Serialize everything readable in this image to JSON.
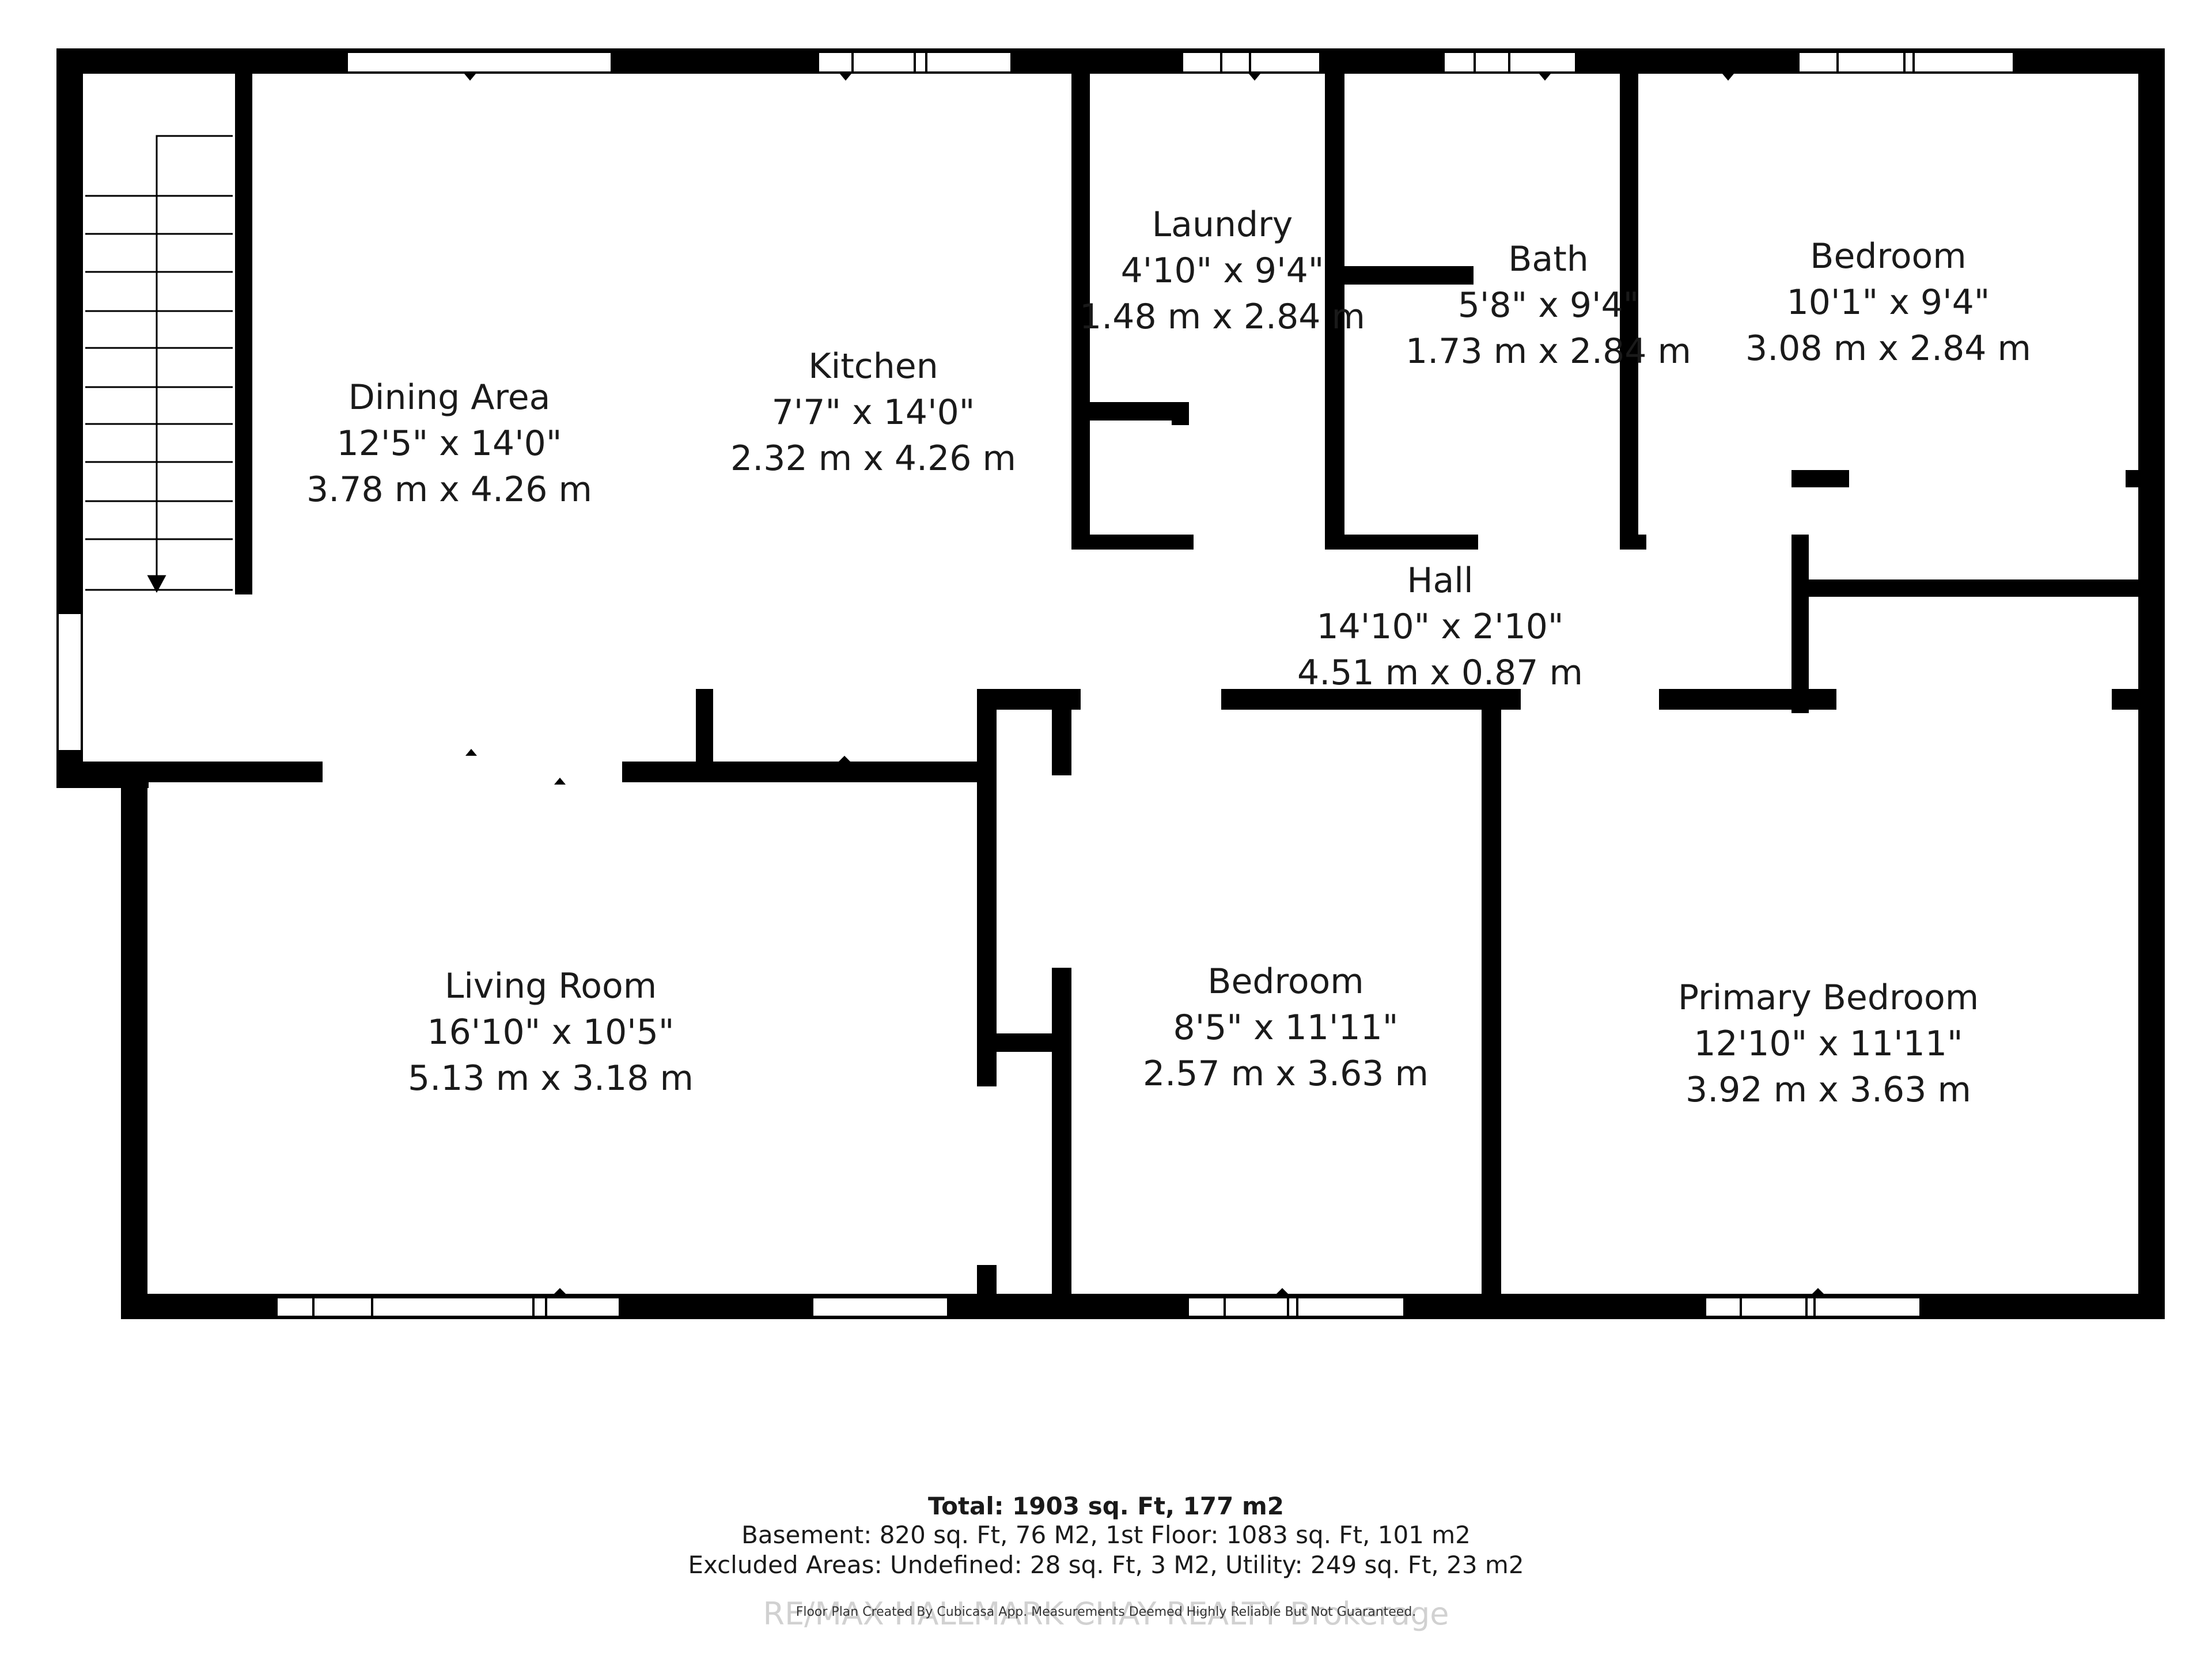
{
  "rooms": {
    "dining": {
      "name": "Dining Area",
      "imperial": "12'5\" x 14'0\"",
      "metric": "3.78 m x 4.26 m"
    },
    "kitchen": {
      "name": "Kitchen",
      "imperial": "7'7\" x 14'0\"",
      "metric": "2.32 m x 4.26 m"
    },
    "laundry": {
      "name": "Laundry",
      "imperial": "4'10\" x 9'4\"",
      "metric": "1.48 m x 2.84 m"
    },
    "bath": {
      "name": "Bath",
      "imperial": "5'8\" x 9'4\"",
      "metric": "1.73 m x 2.84 m"
    },
    "bedroom1": {
      "name": "Bedroom",
      "imperial": "10'1\" x 9'4\"",
      "metric": "3.08 m x 2.84 m"
    },
    "hall": {
      "name": "Hall",
      "imperial": "14'10\" x 2'10\"",
      "metric": "4.51 m x 0.87 m"
    },
    "living": {
      "name": "Living Room",
      "imperial": "16'10\" x 10'5\"",
      "metric": "5.13 m x 3.18 m"
    },
    "bedroom2": {
      "name": "Bedroom",
      "imperial": "8'5\" x 11'11\"",
      "metric": "2.57 m x 3.63 m"
    },
    "primary": {
      "name": "Primary Bedroom",
      "imperial": "12'10\" x 11'11\"",
      "metric": "3.92 m x 3.63 m"
    }
  },
  "summary": {
    "total": "Total: 1903 sq. Ft, 177 m2",
    "line1": "Basement: 820 sq. Ft, 76 M2, 1st Floor: 1083 sq. Ft, 101 m2",
    "line2": "Excluded Areas: Undefined: 28 sq. Ft, 3 M2, Utility: 249 sq. Ft, 23 m2",
    "note": "Floor Plan Created By Cubicasa App. Measurements Deemed Highly Reliable But Not Guaranteed.",
    "watermark": "RE/MAX HALLMARK CHAY REALTY Brokerage"
  },
  "colors": {
    "wall": "#000000",
    "window": "#ffffff",
    "text": "#1a1a1a"
  }
}
